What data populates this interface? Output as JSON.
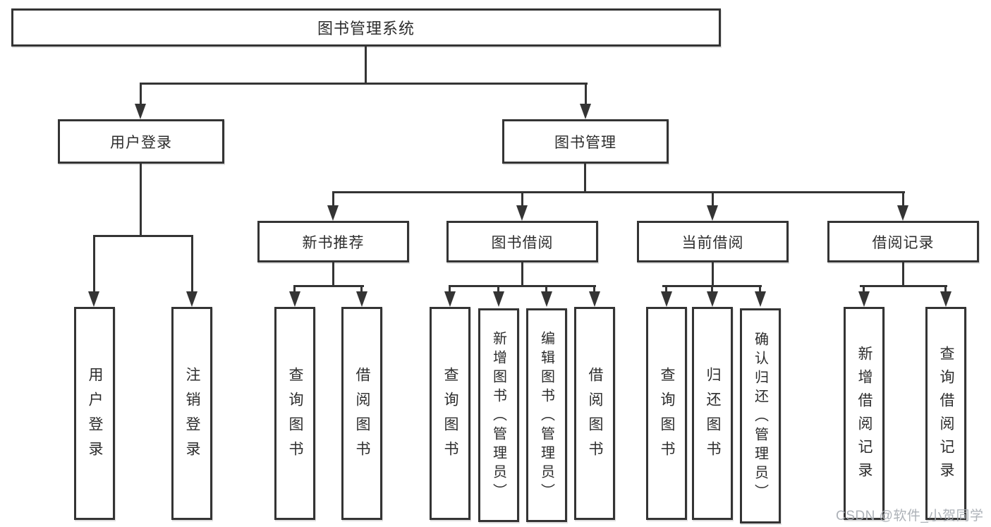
{
  "diagram": {
    "type": "hierarchy-tree",
    "root": {
      "label": "图书管理系统"
    },
    "branches": [
      {
        "label": "用户登录",
        "children": [
          "用户登录",
          "注销登录"
        ]
      },
      {
        "label": "图书管理",
        "children": [
          {
            "label": "新书推荐",
            "children": [
              "查询图书",
              "借阅图书"
            ]
          },
          {
            "label": "图书借阅",
            "children": [
              "查询图书",
              "新增图书（管理员）",
              "编辑图书（管理员）",
              "借阅图书"
            ]
          },
          {
            "label": "当前借阅",
            "children": [
              "查询图书",
              "归还图书",
              "确认归还（管理员）"
            ]
          },
          {
            "label": "借阅记录",
            "children": [
              "新增借阅记录",
              "查询借阅记录"
            ]
          }
        ]
      }
    ]
  },
  "watermark": {
    "text": "CSDN @软件_小贺同学",
    "color": "#a9aeb4"
  },
  "colors": {
    "line": "#343434",
    "text": "#2d2d2d",
    "node_background": "#ffffff",
    "page_background": "#ffffff"
  }
}
